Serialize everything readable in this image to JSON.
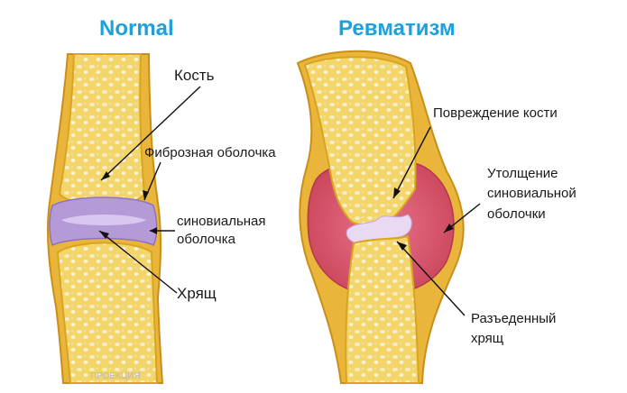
{
  "normal": {
    "title": "Normal",
    "labels": {
      "bone": "Кость",
      "fibrous_capsule": "Фиброзная оболочка",
      "synovial_line1": "синовиальная",
      "synovial_line2": "оболочка",
      "cartilage": "Хрящ"
    }
  },
  "rheumatism": {
    "title": "Ревматизм",
    "labels": {
      "bone_damage": "Повреждение кости",
      "thickening_line1": "Утолщение",
      "thickening_line2": "синовиальной",
      "thickening_line3": "оболочки",
      "eroded_line1": "Разъеденный",
      "eroded_line2": "хрящ"
    }
  },
  "colors": {
    "title": "#1ea0dc",
    "bone": "#f2cf55",
    "bone_edge": "#d9a520",
    "marrow": "#f5eccf",
    "synovium_normal": "#b49ad6",
    "synovium_inflamed": "#d7576a"
  }
}
